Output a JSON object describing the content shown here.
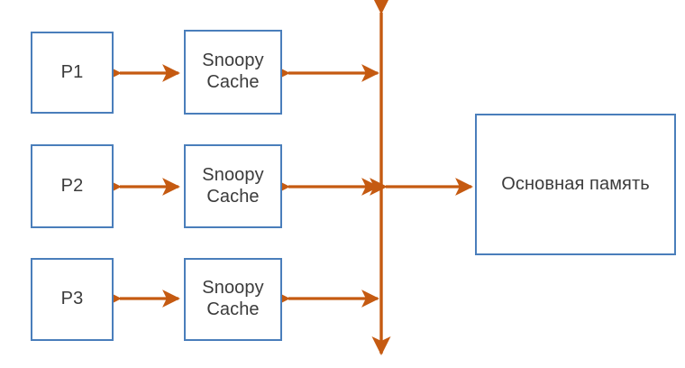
{
  "diagram": {
    "title": "Snoopy cache coherence bus diagram",
    "colors": {
      "box_border": "#4A7EBB",
      "box_fill": "#FFFFFF",
      "arrow": "#C55A11",
      "text": "#3B3B3B",
      "background": "#FFFFFF"
    },
    "processors": [
      {
        "label": "P1"
      },
      {
        "label": "P2"
      },
      {
        "label": "P3"
      }
    ],
    "caches": [
      {
        "label": "Snoopy\nCache"
      },
      {
        "label": "Snoopy\nCache"
      },
      {
        "label": "Snoopy\nCache"
      }
    ],
    "memory": {
      "label": "Основная память"
    },
    "bus": {
      "label": ""
    }
  }
}
